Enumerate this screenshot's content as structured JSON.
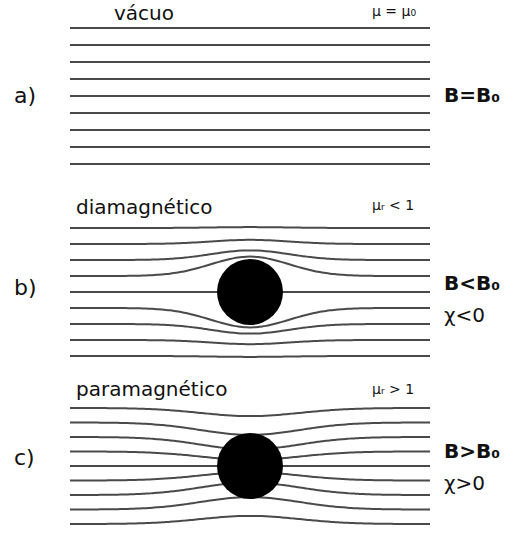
{
  "diagram": {
    "labels": [
      "vácuo",
      "μ = μ₀",
      "a)",
      "B=B₀",
      "diamagnético",
      "μᵣ < 1",
      "b)",
      "B<B₀",
      "χ<0",
      "paramagnético",
      "μᵣ > 1",
      "c)",
      "B>B₀",
      "χ>0"
    ]
  }
}
